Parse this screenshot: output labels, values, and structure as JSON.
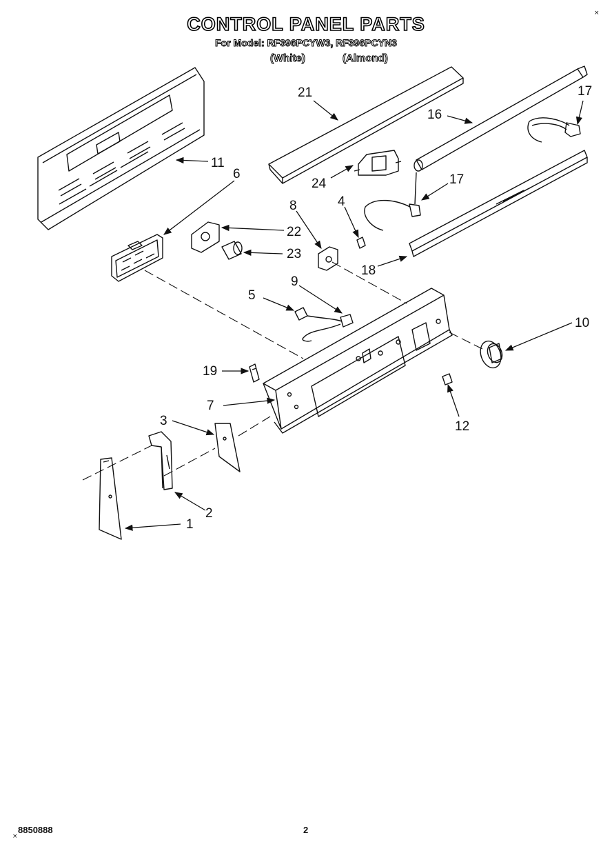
{
  "header": {
    "title": "CONTROL PANEL PARTS",
    "model_line": "For Model: RF396PCYW3, RF396PCYN3",
    "variant_white": "(White)",
    "variant_almond": "(Almond)",
    "corner_mark": "×"
  },
  "callouts": [
    "1",
    "2",
    "3",
    "4",
    "5",
    "6",
    "7",
    "8",
    "9",
    "10",
    "11",
    "12",
    "16",
    "17",
    "17",
    "18",
    "19",
    "21",
    "22",
    "23",
    "24"
  ],
  "footer": {
    "code": "8850888",
    "code_mark": "×",
    "page": "2"
  }
}
